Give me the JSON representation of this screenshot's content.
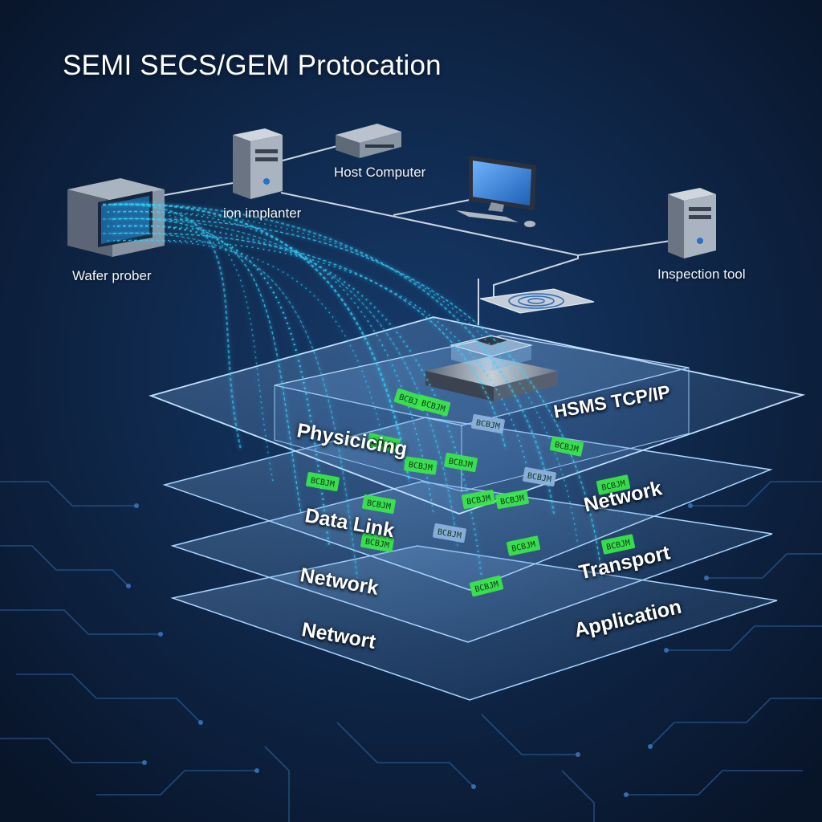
{
  "title": "SEMI SECS/GEM Protocation",
  "devices": {
    "host_computer": "Host Computer",
    "ion_implanter": "ion implanter",
    "wafer_prober": "Wafer prober",
    "inspection_tool": "Inspection tool"
  },
  "layers_left": {
    "l1": "Physicicing",
    "l2": "Data Link",
    "l3": "Network",
    "l4": "Networt"
  },
  "layers_right": {
    "r1": "HSMS TCP/IP",
    "r2": "Network",
    "r3": "Transport",
    "r4": "Application"
  },
  "packet_text": "BCBJM",
  "colors": {
    "background": "#0b1a33",
    "stream": "#35d4ff",
    "packet": "#39e84a",
    "panel_edge": "#a9d4ff"
  }
}
